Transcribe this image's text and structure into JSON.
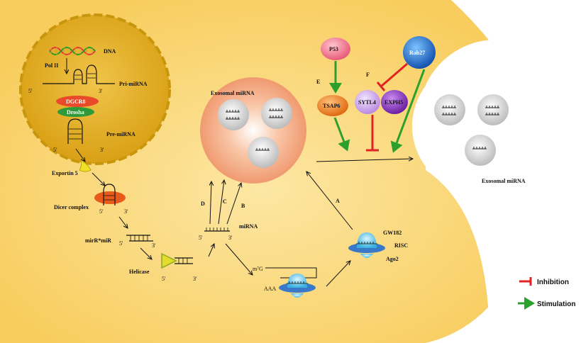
{
  "labels": {
    "dna": "DNA",
    "pol_ii": "Pol II",
    "pri_mirna": "Pri-miRNA",
    "dgcr8": "DGCR8",
    "drosha": "Drosha",
    "pre_mirna": "Pre-miRNA",
    "exportin5": "Exportin 5",
    "dicer_complex": "Dicer complex",
    "mir_star_mir": "mirR*miR",
    "helicase": "Helicase",
    "mirna": "miRNA",
    "exosomal_mirna_inner": "Exosomal miRNA",
    "exosomal_mirna_outer": "Exosomal miRNA",
    "gw182": "GW182",
    "risc": "RISC",
    "ago2": "Ago2",
    "m7g": "m⁷G",
    "aaa": "AAA",
    "p53": "P53",
    "rab27": "Rab27",
    "tsap6": "TSAP6",
    "sytl4": "SYTL4",
    "exph5": "EXPH5"
  },
  "pathway_letters": {
    "a": "A",
    "b": "B",
    "c": "C",
    "d": "D",
    "e": "E",
    "f": "F"
  },
  "ends": {
    "pri_5": "5'",
    "pri_3": "3'",
    "pre_5": "5'",
    "pre_3": "3'",
    "dicer_5": "5'",
    "dicer_3": "3'",
    "dup_5": "5'",
    "dup_3": "3'",
    "hel_5": "5'",
    "hel_3": "3'",
    "mirna_5": "5'",
    "mirna_3": "3'"
  },
  "legend": {
    "inhibition": "Inhibition",
    "stimulation": "Stimulation"
  },
  "colors": {
    "cytoplasm": "#fbd977",
    "nucleus": "#e2ad1f",
    "nucleus_border": "#c8960c",
    "mvb": "#f4a27d",
    "inhibition": "#e02424",
    "stimulation": "#2ca02c",
    "p53": "#f0708a",
    "rab27": "#1f6fd0",
    "tsap6": "#e8781e",
    "sytl4": "#c9a3e6",
    "exph5": "#8a2fc0"
  }
}
